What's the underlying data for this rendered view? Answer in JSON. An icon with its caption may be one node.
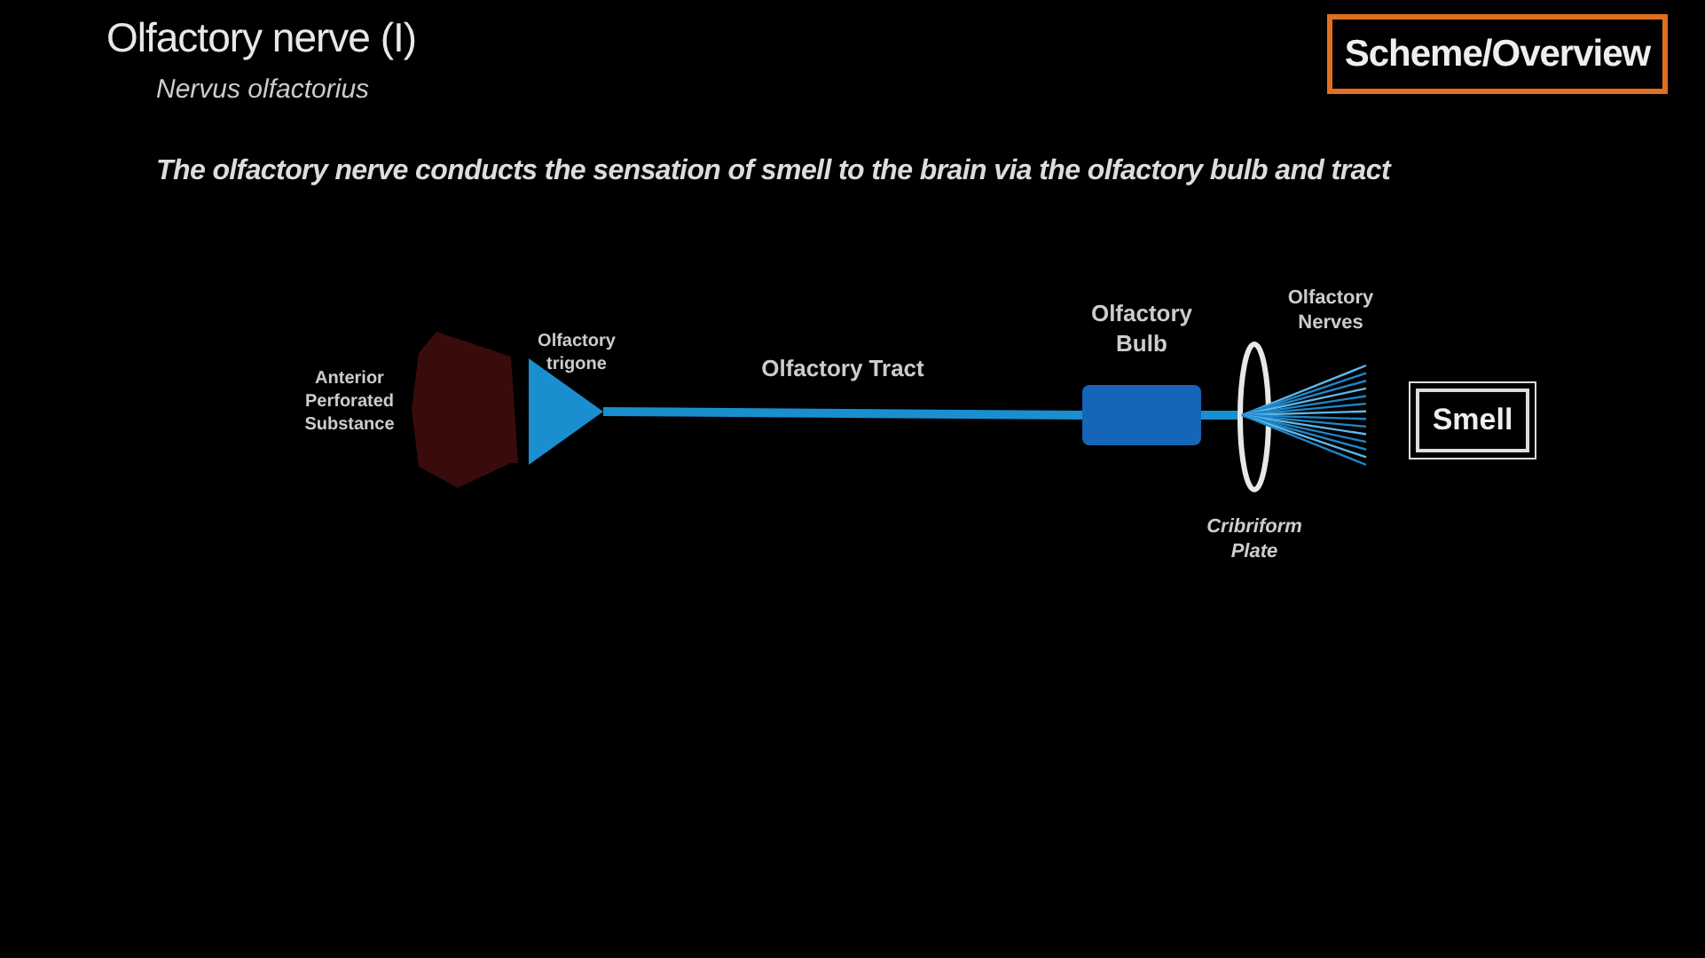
{
  "diagram": {
    "title": "Olfactory nerve (I)",
    "nodes": [
      {
        "text": [
          "Scheme/Overview"
        ]
      },
      {
        "text": [],
        "shape": "hexagon",
        "beside": [
          "Anterior Perforated Substance"
        ]
      },
      {
        "text": [],
        "shape": "triangle",
        "beside": [
          "Olfactory trigone"
        ]
      },
      {
        "text": [],
        "shape": "box",
        "beside": [
          "Olfactory Bulb"
        ]
      },
      {
        "text": [],
        "shape": "ring",
        "beside": [
          "Cribriform Plate"
        ]
      },
      {
        "text": [],
        "shape": "fan",
        "beside": [
          "Olfactory Nerves"
        ]
      },
      {
        "text": [
          "Smell"
        ]
      }
    ],
    "edges": [
      {
        "from": 2,
        "to": 3,
        "arrow": "none",
        "label": "Olfactory Tract"
      },
      {
        "from": 3,
        "to": 5,
        "arrow": "none"
      }
    ],
    "labels": [
      "Nervus olfactorius",
      "The olfactory nerve conducts the sensation of smell to the brain via the olfactory bulb and tract"
    ]
  }
}
